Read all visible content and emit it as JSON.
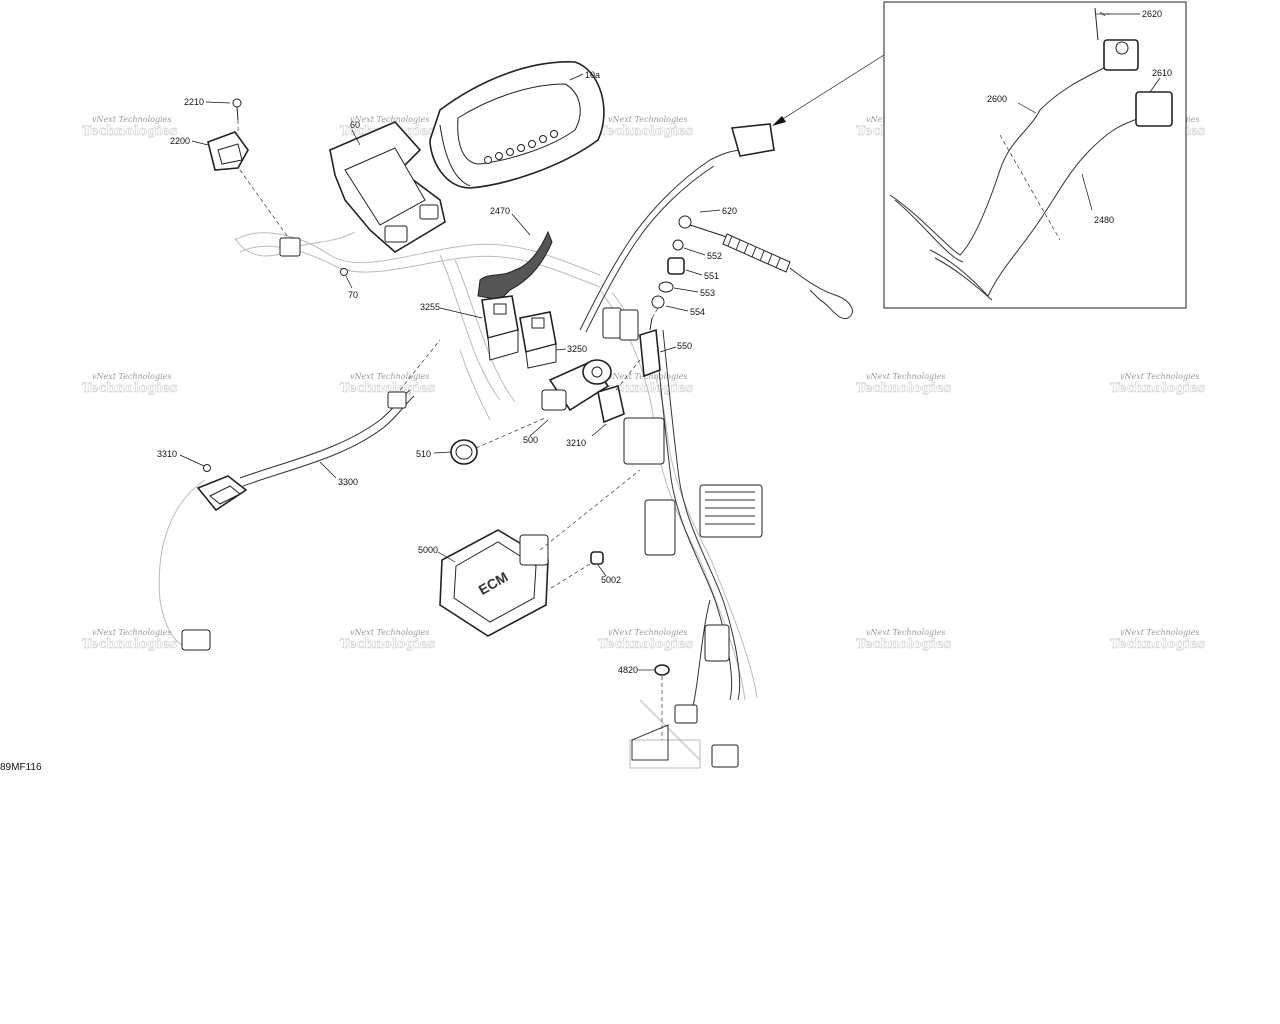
{
  "drawing_code": "89MF116",
  "watermark": {
    "text": "vNext Technologies"
  },
  "part_labels": {
    "p2620": "2620",
    "p2610": "2610",
    "p2600": "2600",
    "p2480": "2480",
    "p10a": "10a",
    "p60": "60",
    "p2210": "2210",
    "p2200": "2200",
    "p70": "70",
    "p2470": "2470",
    "p620": "620",
    "p552": "552",
    "p551": "551",
    "p553": "553",
    "p554": "554",
    "p3255": "3255",
    "p3250": "3250",
    "p550": "550",
    "p510": "510",
    "p500": "500",
    "p3210": "3210",
    "p3310": "3310",
    "p3300": "3300",
    "p5000": "5000",
    "p5002": "5002",
    "p4820": "4820"
  }
}
